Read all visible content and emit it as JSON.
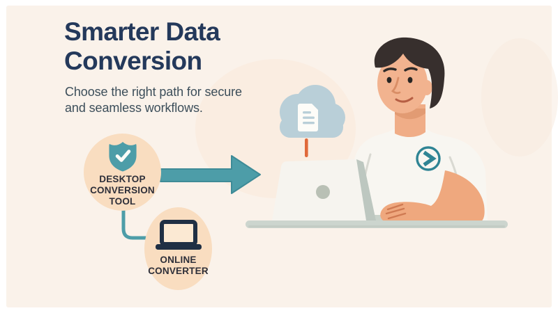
{
  "header": {
    "title_line1": "Smarter Data",
    "title_line2": "Conversion",
    "subtitle_line1": "Choose the right path for secure",
    "subtitle_line2": "and seamless workflows."
  },
  "diagram": {
    "desktop_node": {
      "label": "DESKTOP CONVERSION TOOL",
      "label_line1": "DESKTOP",
      "label_line2": "CONVERSION",
      "label_line3": "TOOL",
      "icon": "shield-check-icon"
    },
    "online_node": {
      "label": "ONLINE CONVERTER",
      "label_line1": "ONLINE",
      "label_line2": "CONVERTER",
      "icon": "laptop-icon"
    },
    "arrow": "right-arrow",
    "connector": "curved-connector"
  },
  "illustration": {
    "cloud_icon": "cloud-with-document-icon",
    "shirt_badge_icon": "chevron-right-circle-icon",
    "scene": "man working on laptop at desk"
  },
  "colors": {
    "background_cream": "#faf2ea",
    "frame_white": "#ffffff",
    "title_navy": "#24395b",
    "subtitle_gray": "#3c4e5a",
    "node_peach": "#f9ddc0",
    "accent_teal": "#4d9da8",
    "dark_icon_navy": "#1f2f44",
    "label_dark": "#2e2f39",
    "cloud_blue_gray": "#b9cfd8",
    "stem_orange": "#e0693a",
    "skin": "#f2b38f",
    "hair_dark": "#372f2d",
    "shirt_white": "#f8f6f1",
    "desk_gray": "#ccd5ce"
  }
}
